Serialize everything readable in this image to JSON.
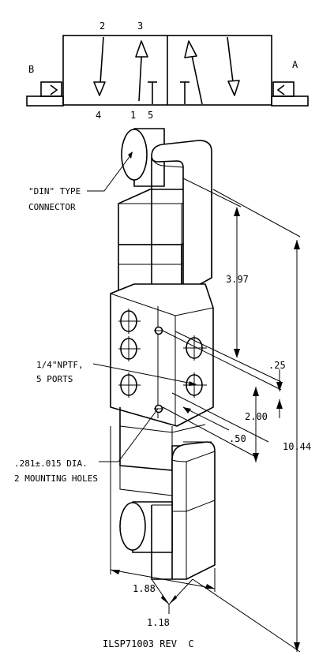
{
  "schematic": {
    "port_labels": {
      "p2": "2",
      "p3": "3",
      "p4": "4",
      "p1": "1",
      "p5": "5"
    },
    "solenoid_b": "B",
    "solenoid_a": "A"
  },
  "callouts": {
    "din_line1": "\"DIN\" TYPE",
    "din_line2": "CONNECTOR",
    "nptf_line1": "1/4\"NPTF,",
    "nptf_line2": "5 PORTS",
    "holes_line1": ".281±.015 DIA.",
    "holes_line2": "2 MOUNTING HOLES"
  },
  "dimensions": {
    "d397": "3.97",
    "d025": ".25",
    "d200": "2.00",
    "d050": ".50",
    "d1044": "10.44",
    "d188": "1.88",
    "d118": "1.18"
  },
  "drawing_number": "ILSP71003 REV  C"
}
